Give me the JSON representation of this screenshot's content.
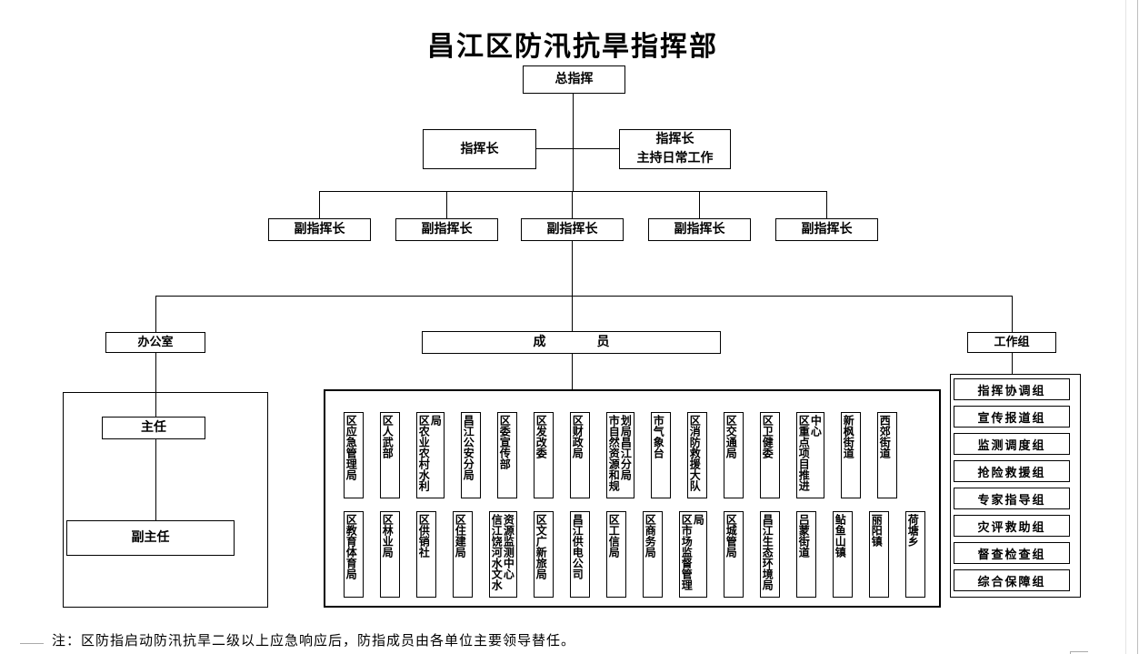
{
  "title": "昌江区防汛抗旱指挥部",
  "org": {
    "general_commander": "总指挥",
    "commander": "指挥长",
    "commander_daily": [
      "指挥长",
      "主持日常工作"
    ],
    "deputy_commanders": [
      "副指挥长",
      "副指挥长",
      "副指挥长",
      "副指挥长",
      "副指挥长"
    ],
    "office": {
      "label": "办公室",
      "director": "主任",
      "deputy_director": "副主任"
    },
    "members": {
      "label_left": "成",
      "label_right": "员",
      "row1": [
        "区应急管理局",
        "区人武部",
        "区农业农村水利局",
        "昌江公安分局",
        "区委宣传部",
        "区发改委",
        "区财政局",
        "市自然资源和规划局昌江分局",
        "市气象台",
        "区消防救援大队",
        "区交通局",
        "区卫健委",
        "区重点项目推进中心",
        "新枫街道",
        "西郊街道"
      ],
      "row2": [
        "区教育体育局",
        "区林业局",
        "区供销社",
        "区住建局",
        "信江饶河水文水资源监测中心",
        "区文广新旅局",
        "昌江供电公司",
        "区工信局",
        "区商务局",
        "区市场监督管理局",
        "区城管局",
        "昌江生态环境局",
        "吕蒙街道",
        "鲇鱼山镇",
        "丽阳镇",
        "荷塘乡"
      ]
    },
    "working_group": {
      "label": "工作组",
      "groups": [
        "指挥协调组",
        "宣传报道组",
        "监测调度组",
        "抢险救援组",
        "专家指导组",
        "灾评救助组",
        "督查检查组",
        "综合保障组"
      ]
    }
  },
  "note": "注：区防指启动防汛抗旱二级以上应急响应后，防指成员由各单位主要领导替任。"
}
